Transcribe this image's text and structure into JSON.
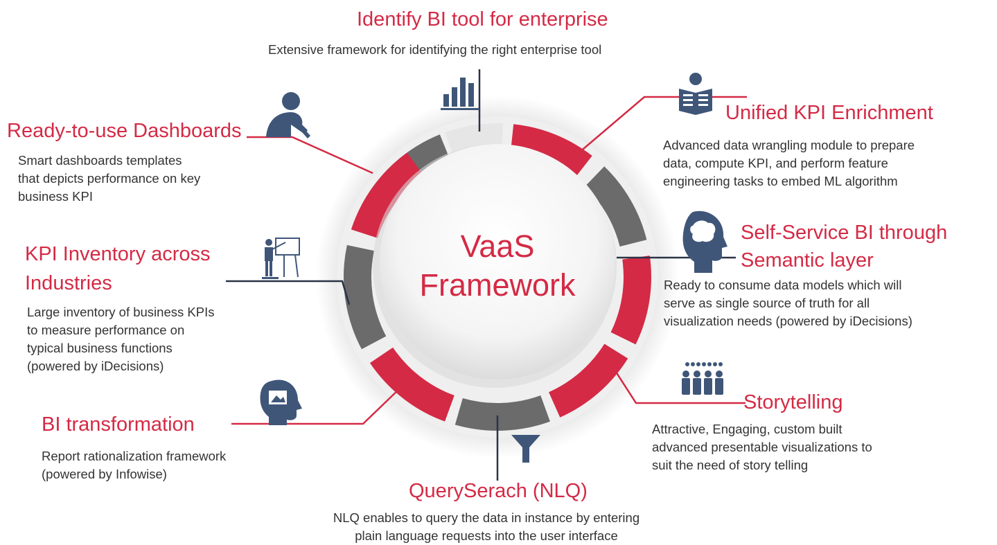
{
  "center": {
    "line1": "VaaS",
    "line2": "Framework"
  },
  "colors": {
    "accent": "#d42a45",
    "segment_gray": "#6b6b6b",
    "icon": "#3f5679",
    "text": "#333333"
  },
  "features": [
    {
      "id": "bi-tool",
      "title": "Identify BI tool for enterprise",
      "description": "Extensive framework for identifying the right enterprise tool",
      "icon": "bar-chart-icon"
    },
    {
      "id": "kpi-enrichment",
      "title": "Unified KPI Enrichment",
      "description": "Advanced data wrangling module to prepare\ndata, compute KPI, and perform feature\nengineering tasks to embed ML algorithm",
      "icon": "newspaper-reader-icon"
    },
    {
      "id": "self-service",
      "title_line1": "Self-Service  BI through",
      "title_line2": "Semantic layer",
      "description": "Ready to consume data models which will\nserve as single source of truth for all\nvisualization  needs (powered by iDecisions)",
      "icon": "brain-head-icon"
    },
    {
      "id": "storytelling",
      "title": "Storytelling",
      "description": "Attractive, Engaging, custom built\nadvanced presentable visualizations  to\nsuit the need of story telling",
      "icon": "audience-group-icon"
    },
    {
      "id": "nlq",
      "title": "QuerySerach (NLQ)",
      "description": "NLQ enables to query the data in instance by entering\nplain language  requests into the user interface",
      "icon": "filter-funnel-icon"
    },
    {
      "id": "bi-transformation",
      "title": "BI transformation",
      "description": "Report rationalization  framework\n (powered by Infowise)",
      "icon": "image-head-icon"
    },
    {
      "id": "kpi-inventory",
      "title_line1": "KPI Inventory across",
      "title_line2": "Industries",
      "description": "Large inventory of business KPIs\nto measure performance on\ntypical business functions\n(powered by iDecisions)",
      "icon": "presenter-board-icon"
    },
    {
      "id": "dashboards",
      "title": "Ready-to-use Dashboards",
      "description": "Smart dashboards templates\nthat depicts performance on key\nbusiness KPI",
      "icon": "person-writing-icon"
    }
  ]
}
